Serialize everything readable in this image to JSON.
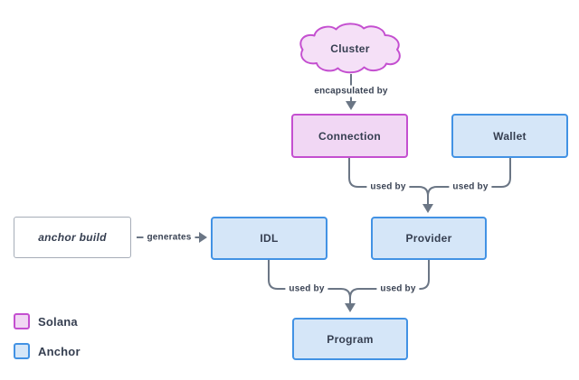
{
  "nodes": {
    "cluster": {
      "label": "Cluster",
      "type": "solana"
    },
    "connection": {
      "label": "Connection",
      "type": "solana"
    },
    "wallet": {
      "label": "Wallet",
      "type": "anchor"
    },
    "anchor_build": {
      "label": "anchor build",
      "type": "plain"
    },
    "idl": {
      "label": "IDL",
      "type": "anchor"
    },
    "provider": {
      "label": "Provider",
      "type": "anchor"
    },
    "program": {
      "label": "Program",
      "type": "anchor"
    }
  },
  "edges": {
    "cluster_connection": {
      "label": "encapsulated by"
    },
    "connection_provider": {
      "label": "used by"
    },
    "wallet_provider": {
      "label": "used by"
    },
    "anchor_build_idl": {
      "label": "generates"
    },
    "idl_program": {
      "label": "used by"
    },
    "provider_program": {
      "label": "used by"
    }
  },
  "legend": {
    "items": [
      {
        "label": "Solana",
        "fill": "#f1d7f4",
        "border": "#c44fd0"
      },
      {
        "label": "Anchor",
        "fill": "#d5e6f8",
        "border": "#4292e4"
      }
    ]
  },
  "colors": {
    "solana_fill": "#f1d7f4",
    "solana_border": "#c44fd0",
    "anchor_fill": "#d5e6f8",
    "anchor_border": "#4292e4",
    "edge_line": "#6b7685",
    "text": "#353e50",
    "background": "#ffffff"
  }
}
